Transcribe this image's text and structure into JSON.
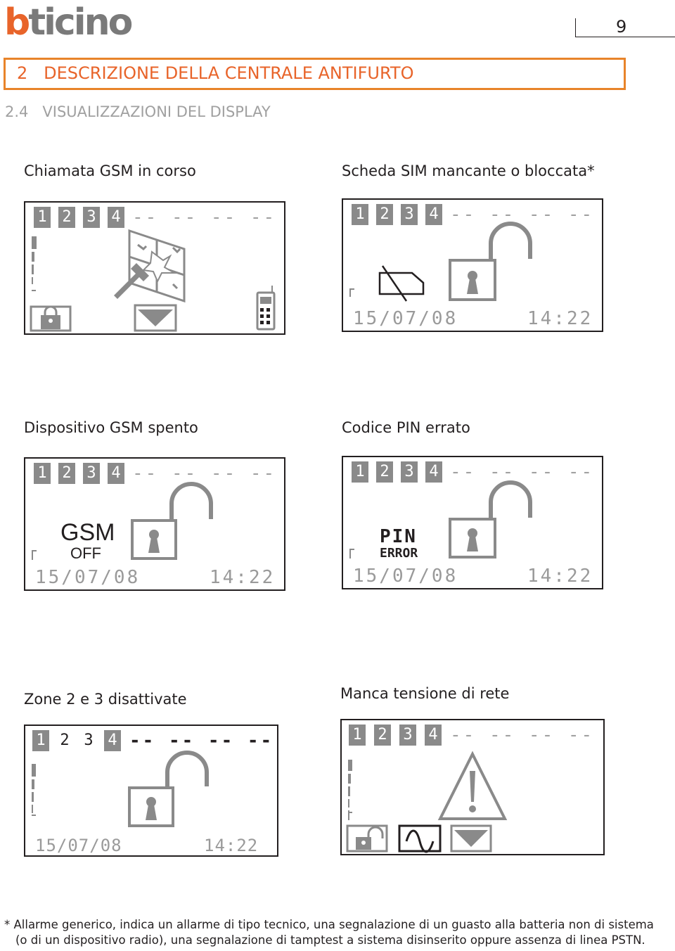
{
  "header": {
    "brand": "bticino",
    "page_number": "9"
  },
  "section": {
    "title": "2   DESCRIZIONE DELLA CENTRALE ANTIFURTO",
    "subtitle": "2.4   VISUALIZZAZIONI DEL DISPLAY"
  },
  "panels": [
    {
      "caption": "Chiamata GSM in corso",
      "zones": [
        "1",
        "2",
        "3",
        "4"
      ],
      "dashes": "-- -- -- --"
    },
    {
      "caption": "Scheda SIM mancante o bloccata*",
      "zones": [
        "1",
        "2",
        "3",
        "4"
      ],
      "dashes": "-- -- -- --",
      "date": "15/07/08",
      "time": "14:22"
    },
    {
      "caption": "Dispositivo GSM spento",
      "zones": [
        "1",
        "2",
        "3",
        "4"
      ],
      "dashes": "-- -- -- --",
      "date": "15/07/08",
      "time": "14:22",
      "status_big": "GSM",
      "status_small": "OFF"
    },
    {
      "caption": "Codice PIN errato",
      "zones": [
        "1",
        "2",
        "3",
        "4"
      ],
      "dashes": "-- -- -- --",
      "date": "15/07/08",
      "time": "14:22",
      "status_big": "PIN",
      "status_small": "ERROR"
    },
    {
      "caption": "Zone 2 e 3 disattivate",
      "zones": [
        "1",
        "2",
        "3",
        "4"
      ],
      "dashes": "-- -- -- --",
      "date": "15/07/08",
      "time": "14:22"
    },
    {
      "caption": "Manca tensione di rete",
      "zones": [
        "1",
        "2",
        "3",
        "4"
      ],
      "dashes": "-- -- -- --"
    }
  ],
  "footnote": {
    "line1": "* Allarme generico, indica un allarme di tipo tecnico, una segnalazione di un guasto alla batteria non di sistema",
    "line2": "(o di un dispositivo radio), una segnalazione di tamptest a sistema disinserito oppure assenza di linea PSTN."
  },
  "icons": [
    "padlock-icon",
    "broken-window-icon",
    "hammer-icon",
    "down-arrow-icon",
    "phone-icon",
    "sim-card-crossed-icon",
    "open-padlock-icon",
    "warning-icon",
    "mains-power-icon",
    "signal-bars-icon"
  ],
  "colors": {
    "brand_orange": "#e8642a",
    "zone_box_grey": "#8a8a8a",
    "display_grey": "#9a9a9a"
  }
}
